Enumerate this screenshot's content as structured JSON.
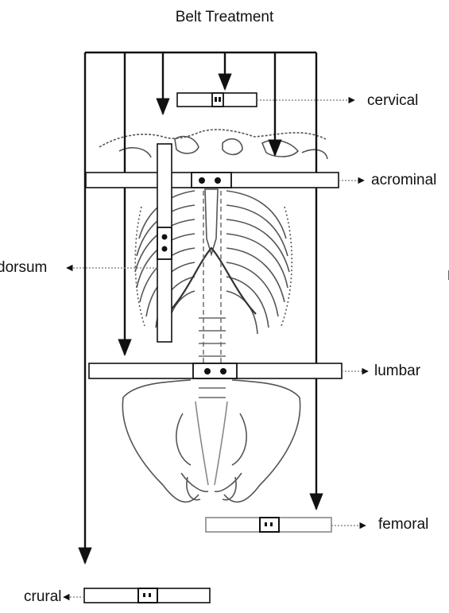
{
  "diagram": {
    "title": "Belt Treatment",
    "labels": {
      "cervical": "cervical",
      "acrominal": "acrominal",
      "dorsum": "dorsum",
      "lumbar": "lumbar",
      "femoral": "femoral",
      "crural": "crural"
    },
    "colors": {
      "line": "#111111",
      "belt_fill": "#ffffff",
      "skeleton": "#555555",
      "skeleton_light": "#9a9a9a"
    }
  }
}
